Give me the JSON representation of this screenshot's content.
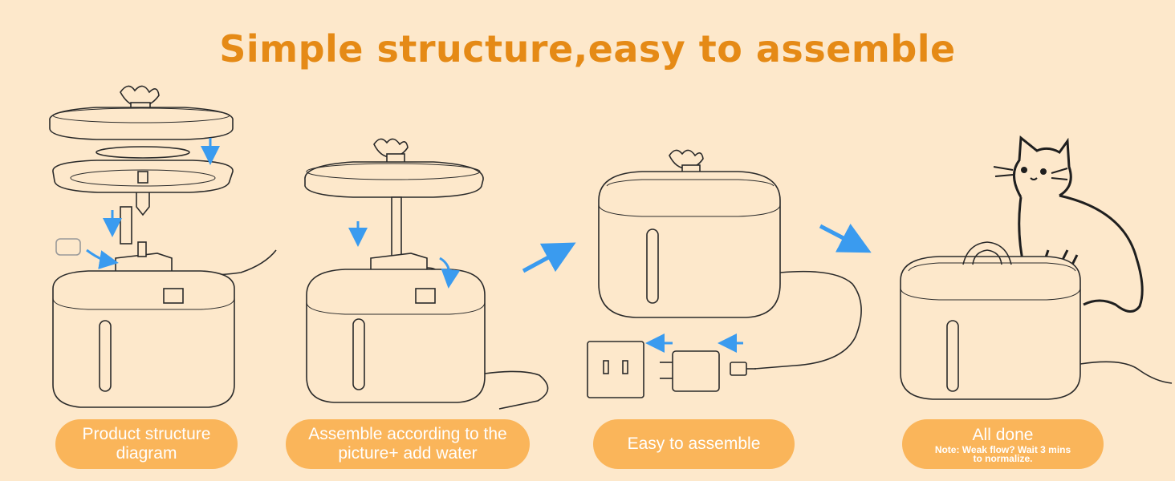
{
  "title": "Simple structure,easy to assemble",
  "steps": [
    {
      "label": "Product structure\ndiagram"
    },
    {
      "label": "Assemble according to the\npicture+ add water"
    },
    {
      "label": "Easy to assemble"
    },
    {
      "label": "All done",
      "note_line1": "Note: Weak flow? Wait 3 mins",
      "note_line2": "to normalize."
    }
  ],
  "colors": {
    "background": "#fde8cb",
    "title": "#e58a16",
    "label_bg": "#fab55a",
    "arrow": "#3a9bef",
    "line": "#2a2a2a"
  }
}
